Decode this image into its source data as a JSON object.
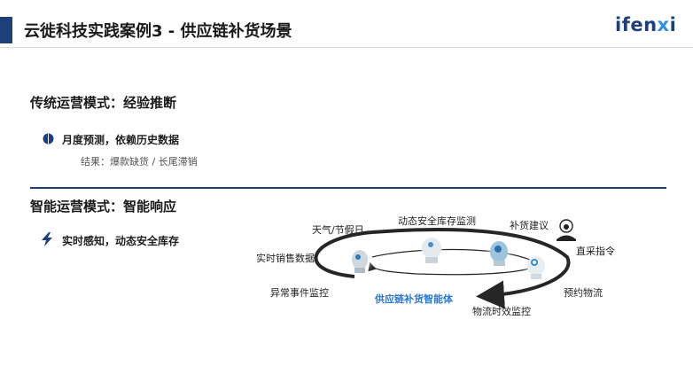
{
  "header": {
    "title": "云徙科技实践案例3 - 供应链补货场景",
    "logo": "ifenxi"
  },
  "traditional": {
    "title": "传统运营模式：经验推断",
    "point": "月度预测，依赖历史数据",
    "result": "结果：爆款缺货 / 长尾滞销",
    "icon": "brain-icon"
  },
  "smart": {
    "title": "智能运营模式：智能响应",
    "point": "实时感知，动态安全库存",
    "icon": "lightning-icon"
  },
  "diagram": {
    "labels": {
      "weather": "天气/节假日",
      "safety_stock": "动态安全库存监测",
      "replenish": "补货建议",
      "sales": "实时销售数据",
      "direct": "直采指令",
      "anomaly": "异常事件监控",
      "booking": "预约物流",
      "logistics": "物流时效监控"
    },
    "agent_name": "供应链补货智能体"
  },
  "colors": {
    "brand": "#1d3f7a",
    "agent_text": "#2a78d4",
    "loop": "#262626"
  }
}
